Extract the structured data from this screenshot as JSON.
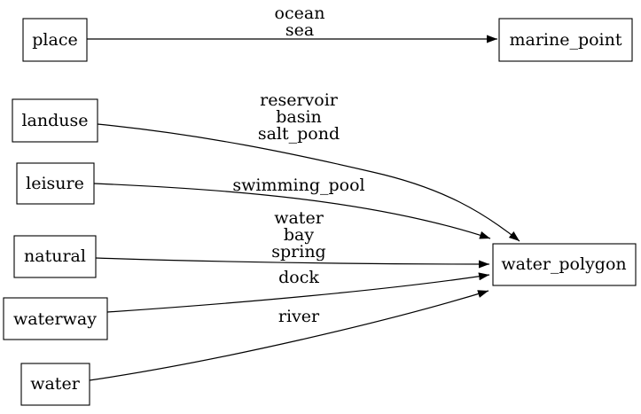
{
  "diagram": {
    "type": "directed-graph",
    "background_color": "#ffffff",
    "node_fill_color": "#ffffff",
    "node_border_color": "#000000",
    "edge_color": "#000000",
    "text_color": "#000000",
    "nodes": [
      {
        "id": "place",
        "label": "place"
      },
      {
        "id": "marine_point",
        "label": "marine_point"
      },
      {
        "id": "landuse",
        "label": "landuse"
      },
      {
        "id": "leisure",
        "label": "leisure"
      },
      {
        "id": "natural",
        "label": "natural"
      },
      {
        "id": "waterway",
        "label": "waterway"
      },
      {
        "id": "water",
        "label": "water"
      },
      {
        "id": "water_polygon",
        "label": "water_polygon"
      }
    ],
    "edges": [
      {
        "from": "place",
        "to": "marine_point",
        "labels": [
          "ocean",
          "sea"
        ]
      },
      {
        "from": "landuse",
        "to": "water_polygon",
        "labels": [
          "reservoir",
          "basin",
          "salt_pond"
        ]
      },
      {
        "from": "leisure",
        "to": "water_polygon",
        "labels": [
          "swimming_pool"
        ]
      },
      {
        "from": "natural",
        "to": "water_polygon",
        "labels": [
          "water",
          "bay",
          "spring"
        ]
      },
      {
        "from": "waterway",
        "to": "water_polygon",
        "labels": [
          "dock"
        ]
      },
      {
        "from": "water",
        "to": "water_polygon",
        "labels": [
          "river"
        ]
      }
    ]
  }
}
